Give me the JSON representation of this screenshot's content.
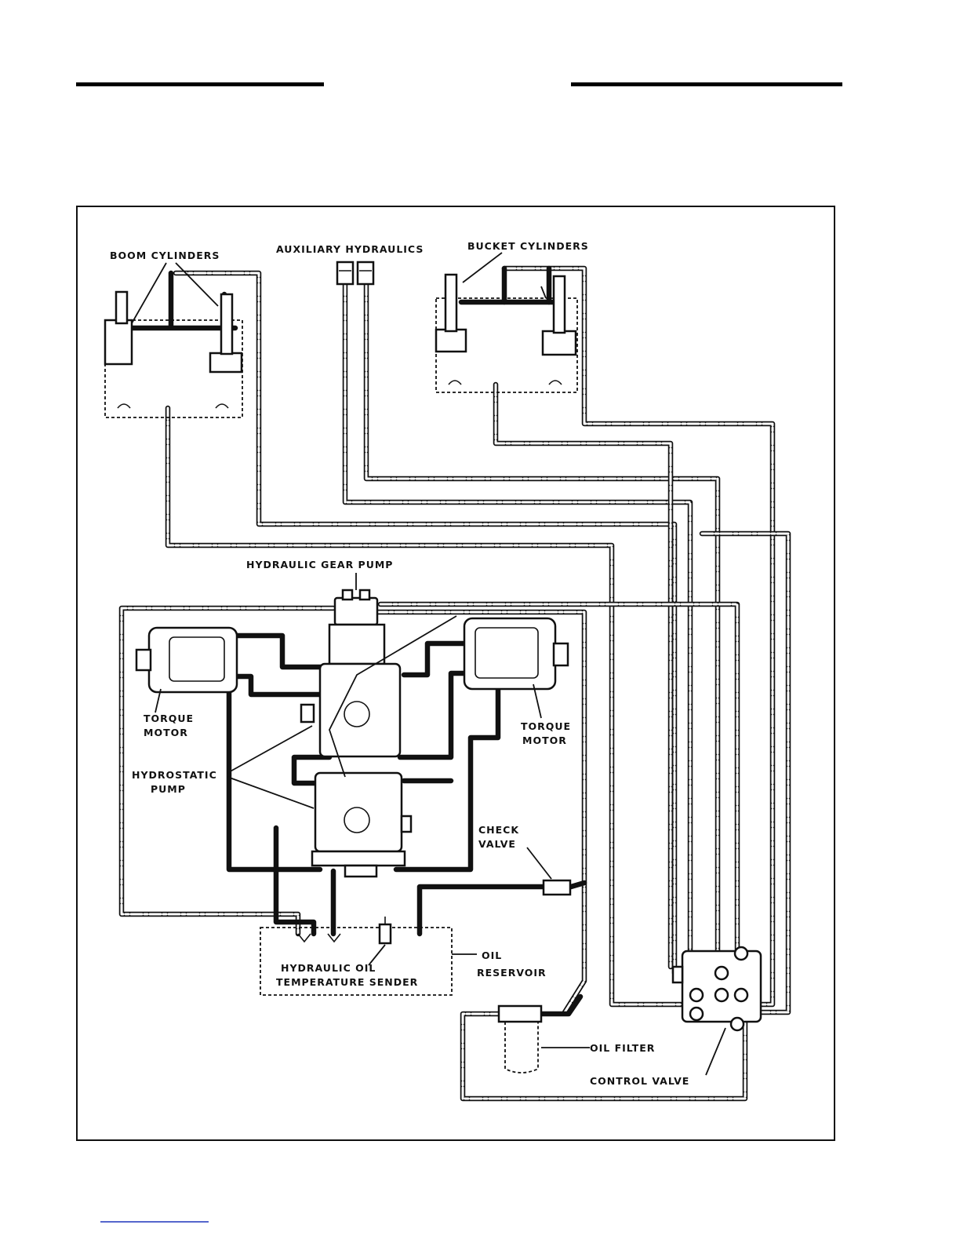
{
  "diagram": {
    "labels": {
      "boom_cylinders": "BOOM CYLINDERS",
      "auxiliary_hydraulics": "AUXILIARY HYDRAULICS",
      "bucket_cylinders": "BUCKET CYLINDERS",
      "hydraulic_gear_pump": "HYDRAULIC GEAR PUMP",
      "torque_motor_left_1": "TORQUE",
      "torque_motor_left_2": "MOTOR",
      "torque_motor_right_1": "TORQUE",
      "torque_motor_right_2": "MOTOR",
      "hydrostatic_pump_1": "HYDROSTATIC",
      "hydrostatic_pump_2": "PUMP",
      "check_valve_1": "CHECK",
      "check_valve_2": "VALVE",
      "temp_sender_1": "HYDRAULIC OIL",
      "temp_sender_2": "TEMPERATURE SENDER",
      "oil_reservoir_1": "OIL",
      "oil_reservoir_2": "RESERVOIR",
      "oil_filter": "OIL FILTER",
      "control_valve": "CONTROL VALVE"
    }
  }
}
